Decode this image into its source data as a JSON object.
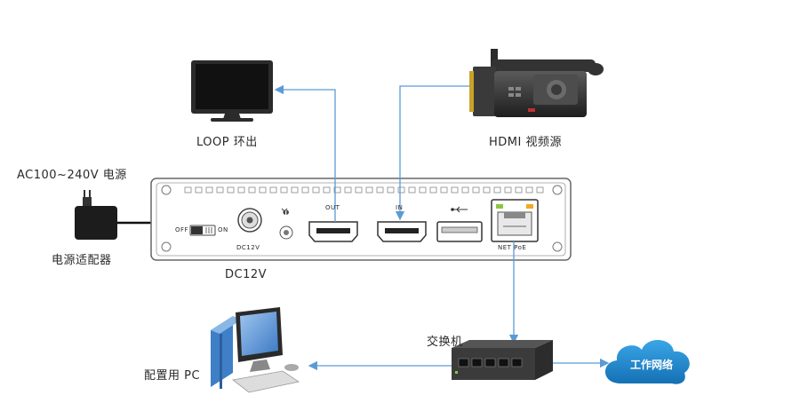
{
  "labels": {
    "loop": "LOOP 环出",
    "hdmi_source": "HDMI 视频源",
    "ac_input": "AC100~240V 电源",
    "adapter": "电源适配器",
    "dc": "DC12V",
    "switch": "交换机",
    "network": "工作网络",
    "pc": "配置用 PC"
  },
  "device": {
    "off": "OFF",
    "on": "ON",
    "dc12v": "DC12V",
    "out": "OUT",
    "in": "IN",
    "net_poe": "NET PoE"
  },
  "colors": {
    "connector_line": "#5b9bd5",
    "power_cable": "#111111",
    "cloud": "#1f86c8",
    "device_outline": "#666666"
  }
}
